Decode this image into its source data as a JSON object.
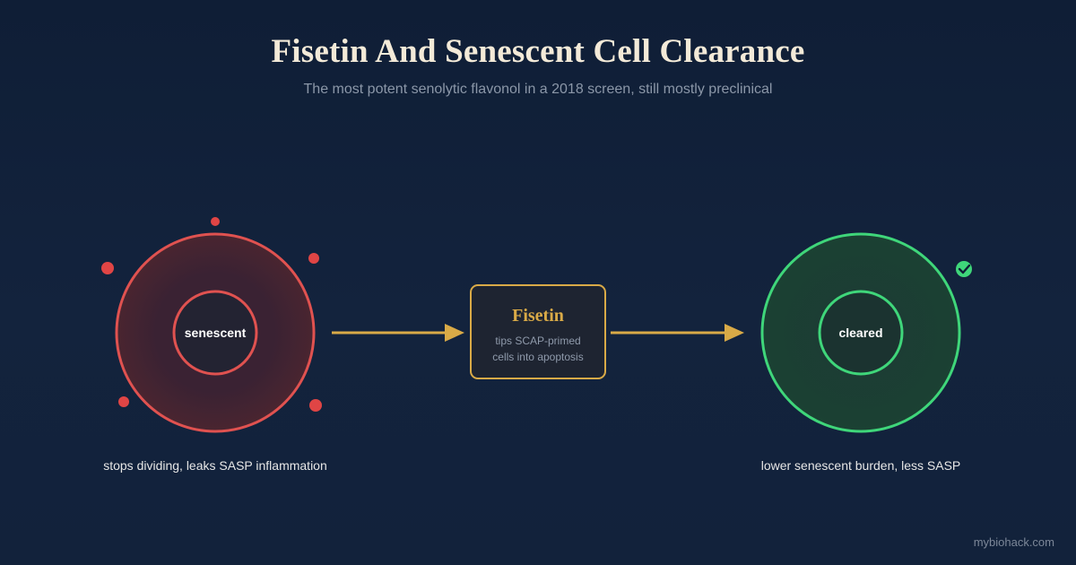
{
  "header": {
    "title": "Fisetin And Senescent Cell Clearance",
    "subtitle": "The most potent senolytic flavonol in a 2018 screen, still mostly preclinical"
  },
  "nodes": {
    "senescent": {
      "label": "senescent",
      "caption": "stops dividing, leaks SASP inflammation"
    },
    "fisetin": {
      "title": "Fisetin",
      "line1": "tips SCAP-primed",
      "line2": "cells into apoptosis"
    },
    "cleared": {
      "label": "cleared",
      "caption": "lower senescent burden, less SASP"
    }
  },
  "footer": {
    "site": "mybiohack.com"
  },
  "colors": {
    "senescent": "#e05250",
    "cleared": "#3fd67a",
    "fisetin": "#d9aa47",
    "arrow": "#d9aa47"
  }
}
